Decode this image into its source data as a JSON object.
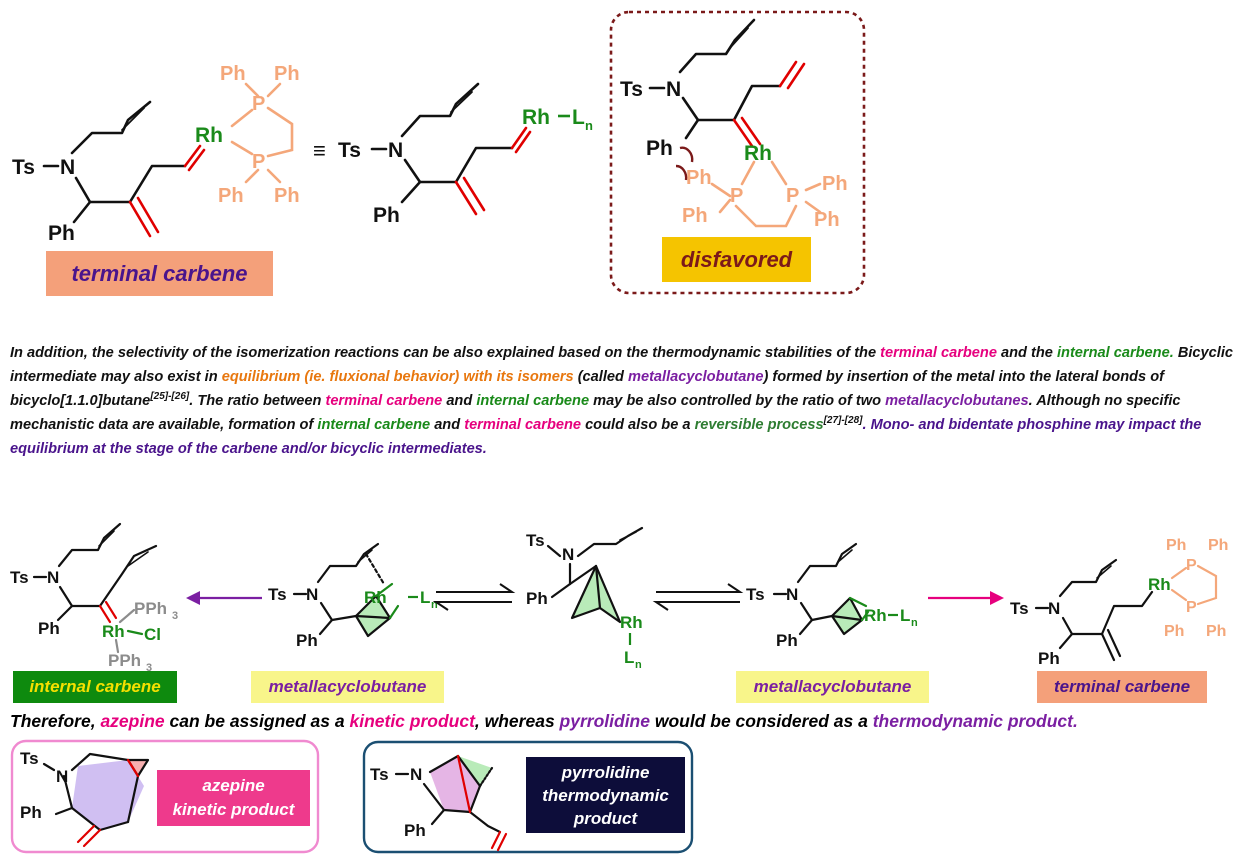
{
  "colors": {
    "magenta": "#e6007e",
    "green": "#1a8a1a",
    "orange": "#e8770e",
    "purple": "#7b1fa2",
    "dark_green": "#2e7d32",
    "indigo": "#4a148c",
    "red": "#e00000",
    "peach": "#f4a77a",
    "gray": "#8c8c8c",
    "dark_red": "#7b1a1a",
    "label_salmon": "#f4a07a",
    "label_gold": "#f5c400",
    "label_green": "#0e8a0e",
    "label_yellow": "#f8f58a",
    "label_pink": "#ee3a8c",
    "label_navy": "#0d0d3a"
  },
  "atoms": {
    "ts": "Ts",
    "n": "N",
    "ph": "Ph",
    "rh": "Rh",
    "p": "P",
    "l": "L",
    "n_sub": "n",
    "cl": "Cl",
    "pph3": "PPh",
    "three": "3",
    "equiv": "≡"
  },
  "labels": {
    "terminal_carbene": "terminal carbene",
    "disfavored": "disfavored",
    "internal_carbene": "internal carbene",
    "metallacyclobutane": "metallacyclobutane",
    "azepine_line1": "azepine",
    "azepine_line2": "kinetic product",
    "pyrrolidine_line1": "pyrrolidine",
    "pyrrolidine_line2": "thermodynamic",
    "pyrrolidine_line3": "product"
  },
  "paragraph": [
    {
      "text": "In addition, the selectivity of the isomerization reactions can be also explained based on the thermodynamic stabilities of the ",
      "color": "default"
    },
    {
      "text": "terminal carbene",
      "color": "magenta"
    },
    {
      "text": " and the ",
      "color": "default"
    },
    {
      "text": "internal carbene.",
      "color": "green"
    },
    {
      "text": " Bicyclic intermediate may also exist in ",
      "color": "default"
    },
    {
      "text": "equilibrium (ie. fluxional behavior) with its isomers",
      "color": "orange"
    },
    {
      "text": " (called ",
      "color": "default"
    },
    {
      "text": "metallacyclobutane",
      "color": "purple"
    },
    {
      "text": ") formed by insertion of the metal into the lateral bonds of bicyclo[1.1.0]butane",
      "color": "default"
    },
    {
      "text": "[25]-[26]",
      "color": "default",
      "sup": true
    },
    {
      "text": ". The ratio between ",
      "color": "default"
    },
    {
      "text": "terminal carbene",
      "color": "magenta"
    },
    {
      "text": " and ",
      "color": "default"
    },
    {
      "text": "internal carbene",
      "color": "green"
    },
    {
      "text": " may be also controlled by the ratio of two ",
      "color": "default"
    },
    {
      "text": "metallacyclobutanes",
      "color": "purple"
    },
    {
      "text": ". Although no specific mechanistic data are available, formation of ",
      "color": "default"
    },
    {
      "text": "internal carbene",
      "color": "green"
    },
    {
      "text": " and ",
      "color": "default"
    },
    {
      "text": "terminal carbene",
      "color": "magenta"
    },
    {
      "text": " could also be a ",
      "color": "default"
    },
    {
      "text": "reversible process",
      "color": "dark_green"
    },
    {
      "text": "[27]-[28]",
      "color": "default",
      "sup": true
    },
    {
      "text": ". Mono- and bidentate phosphine may impact the equilibrium at the stage of the carbene and/or bicyclic intermediates.",
      "color": "indigo"
    }
  ],
  "conclusion": [
    {
      "text": "Therefore, ",
      "color": "default"
    },
    {
      "text": "azepine",
      "color": "magenta"
    },
    {
      "text": " can be assigned as a ",
      "color": "default"
    },
    {
      "text": "kinetic product",
      "color": "magenta"
    },
    {
      "text": ", whereas ",
      "color": "default"
    },
    {
      "text": "pyrrolidine",
      "color": "purple"
    },
    {
      "text": " would be considered as a ",
      "color": "default"
    },
    {
      "text": "thermodynamic product.",
      "color": "purple"
    }
  ]
}
